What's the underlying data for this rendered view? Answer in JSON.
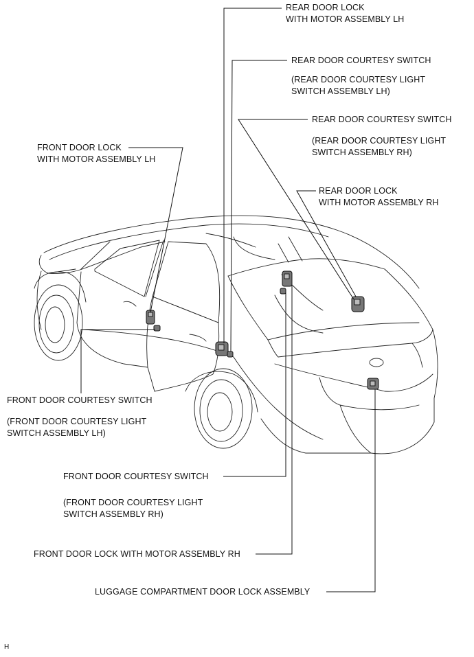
{
  "labels": {
    "rear_door_lock_lh": [
      "REAR DOOR LOCK",
      "WITH MOTOR ASSEMBLY LH"
    ],
    "rear_courtesy_switch_lh": [
      "REAR DOOR COURTESY SWITCH"
    ],
    "rear_courtesy_switch_lh_alt": [
      "(REAR DOOR COURTESY LIGHT",
      "SWITCH ASSEMBLY LH)"
    ],
    "rear_courtesy_switch_rh": [
      "REAR DOOR COURTESY SWITCH"
    ],
    "rear_courtesy_switch_rh_alt": [
      "(REAR DOOR COURTESY LIGHT",
      "SWITCH ASSEMBLY RH)"
    ],
    "front_door_lock_lh": [
      "FRONT DOOR LOCK",
      "WITH MOTOR ASSEMBLY LH"
    ],
    "rear_door_lock_rh": [
      "REAR DOOR LOCK",
      "WITH MOTOR ASSEMBLY RH"
    ],
    "front_courtesy_switch_lh": [
      "FRONT DOOR COURTESY SWITCH"
    ],
    "front_courtesy_switch_lh_alt": [
      "(FRONT DOOR COURTESY LIGHT",
      "SWITCH ASSEMBLY LH)"
    ],
    "front_courtesy_switch_rh": [
      "FRONT DOOR COURTESY SWITCH"
    ],
    "front_courtesy_switch_rh_alt": [
      "(FRONT DOOR COURTESY LIGHT",
      "SWITCH ASSEMBLY RH)"
    ],
    "front_door_lock_rh": [
      "FRONT DOOR LOCK WITH MOTOR ASSEMBLY RH"
    ],
    "luggage_door_lock": [
      "LUGGAGE COMPARTMENT DOOR LOCK  ASSEMBLY"
    ]
  },
  "figure_id": "H"
}
